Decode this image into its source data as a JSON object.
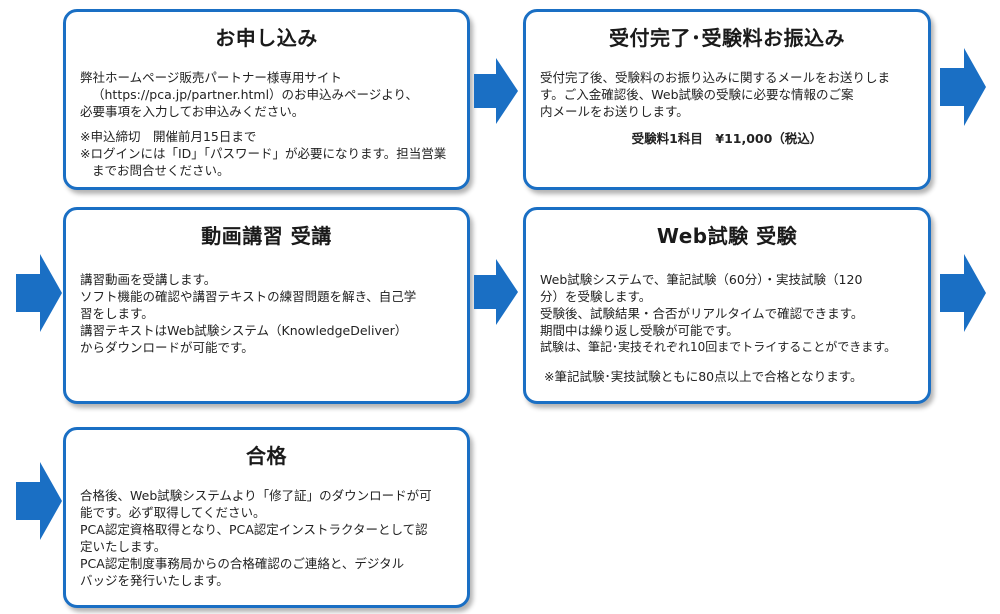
{
  "steps": [
    {
      "title": "お申し込み",
      "lines": [
        "弊社ホームページ販売パートナー様専用サイト",
        "（https://pca.jp/partner.html）のお申込みページより、",
        "必要事項を入力してお申込みください。"
      ],
      "notes": [
        "※申込締切　開催前月15日まで",
        "※ログインには「ID」「パスワード」が必要になります。担当営業",
        "までお問合せください。"
      ]
    },
    {
      "title": "受付完了･受験料お振込み",
      "lines": [
        "受付完了後、受験料のお振り込みに関するメールをお送りしま",
        "す。ご入金確認後、Web試験の受験に必要な情報のご案",
        "内メールをお送りします。"
      ],
      "fee": "受験料1科目　¥11,000（税込）"
    },
    {
      "title": "動画講習 受講",
      "lines": [
        "講習動画を受講します。",
        "ソフト機能の確認や講習テキストの練習問題を解き、自己学",
        "習をします。",
        "講習テキストはWeb試験システム（KnowledgeDeliver）",
        "からダウンロードが可能です。"
      ]
    },
    {
      "title": "Web試験 受験",
      "lines": [
        "Web試験システムで、筆記試験（60分）・実技試験（120",
        "分）を受験します。",
        "受験後、試験結果・合否がリアルタイムで確認できます。",
        "期間中は繰り返し受験が可能です。",
        "試験は、筆記･実技それぞれ10回までトライすることができます。"
      ],
      "note": "※筆記試験･実技試験ともに80点以上で合格となります。"
    },
    {
      "title": "合格",
      "lines": [
        "合格後、Web試験システムより「修了証」のダウンロードが可",
        "能です。必ず取得してください。",
        "PCA認定資格取得となり、PCA認定インストラクターとして認",
        "定いたします。",
        "PCA認定制度事務局からの合格確認のご連絡と、デジタル",
        "バッジを発行いたします。"
      ]
    }
  ],
  "colors": {
    "border": "#1a6fc4",
    "arrow": "#1a6fc4"
  },
  "icons": [
    "right-arrow-icon"
  ]
}
